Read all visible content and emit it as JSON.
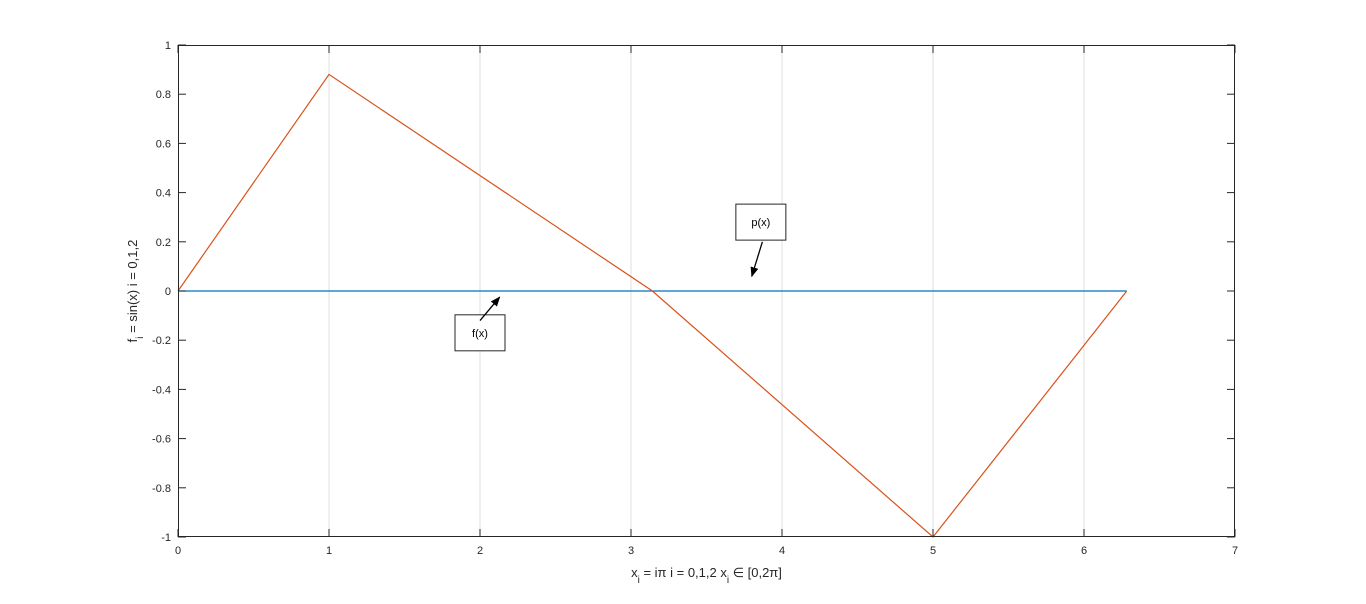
{
  "chart_data": {
    "type": "line",
    "title": "",
    "xlabel": {
      "parts": [
        {
          "t": "x",
          "sub": false
        },
        {
          "t": "i",
          "sub": true
        },
        {
          "t": " = iπ    i = 0,1,2    x",
          "sub": false
        },
        {
          "t": "i",
          "sub": true
        },
        {
          "t": " ∈ [0,2π]",
          "sub": false
        }
      ]
    },
    "ylabel": {
      "parts": [
        {
          "t": "f",
          "sub": false
        },
        {
          "t": "i",
          "sub": true
        },
        {
          "t": " = sin(x)  i = 0,1,2",
          "sub": false
        }
      ]
    },
    "xlim": [
      0,
      7
    ],
    "ylim": [
      -1,
      1
    ],
    "xticks": [
      0,
      1,
      2,
      3,
      4,
      5,
      6,
      7
    ],
    "yticks": [
      1,
      0.8,
      0.6,
      0.4,
      0.2,
      0,
      -0.2,
      -0.4,
      -0.6,
      -0.8,
      -1
    ],
    "xgrid": true,
    "ygrid": false,
    "series": [
      {
        "color": "#0072bd",
        "x": [
          0,
          3.1416,
          6.2832
        ],
        "y": [
          0,
          0,
          0
        ]
      },
      {
        "color": "#d95319",
        "x": [
          0,
          1,
          3.1416,
          5,
          6.2832
        ],
        "y": [
          0,
          0.8804,
          0,
          -1,
          0
        ]
      }
    ],
    "annotations": [
      {
        "text": "f(x)",
        "box": [
          2.0,
          -0.17
        ],
        "arrow_from": [
          2.0,
          -0.12
        ],
        "arrow_to": [
          2.13,
          -0.025
        ]
      },
      {
        "text": "p(x)",
        "box": [
          3.86,
          0.28
        ],
        "arrow_from": [
          3.87,
          0.2
        ],
        "arrow_to": [
          3.8,
          0.06
        ]
      }
    ]
  }
}
